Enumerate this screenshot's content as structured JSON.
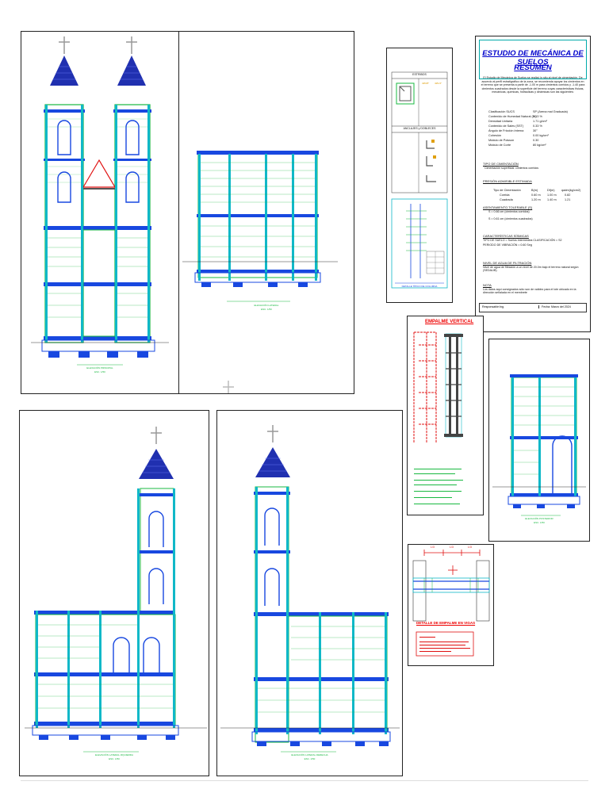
{
  "soil_study": {
    "title_line1": "ESTUDIO DE MECÁNICA DE SUELOS",
    "title_line2": "RESUMEN",
    "intro": "El Estudio de Mecánica de Suelos se realizó in situ al nivel de cimentación. De acuerdo al perfil estratigráfico de la zona, se recomienda apoyar los cimientos en el terreno que se presenta a partir de -1.00 m para cimientos corridos y -1.40 para cimientos cuadrados desde la superficie del terreno cuyas características físicas, mecánicas, químicas, hidráulicas y dinámicas son las siguientes:",
    "properties": [
      {
        "label": "Clasificación SUCS",
        "value": "SP (Arena mal Graduada)"
      },
      {
        "label": "Contenido de Humedad Natural (W)",
        "value": "2.13 %"
      },
      {
        "label": "Densidad Unitaria",
        "value": "1.71 g/cm³"
      },
      {
        "label": "Contenido de Sales (SST)",
        "value": "0.33 %"
      },
      {
        "label": "Ángulo de Fricción Interna",
        "value": "30°"
      },
      {
        "label": "Cohesión",
        "value": "0.00 kg/cm²"
      },
      {
        "label": "Módulo de Poisson",
        "value": "0.30"
      },
      {
        "label": "Módulo de Corte",
        "value": "80 kg/cm²"
      }
    ],
    "foundation_type_heading": "TIPO DE CIMENTACIÓN",
    "foundation_type_text": "Cimentación superficial: cimientos corridos",
    "bearing_heading": "PRESIÓN ADMISIBLE ESTIMADA",
    "bearing_columns": [
      "Tipo de Cimentación",
      "B(m)",
      "Df(m)",
      "qadm(kg/cm2)"
    ],
    "bearing_rows": [
      [
        "Corrida",
        "0.60 m",
        "1.00 m",
        "0.82"
      ],
      [
        "Cuadrada",
        "1.20 m",
        "1.40 m",
        "1.21"
      ]
    ],
    "settlement_heading": "ASENTAMIENTO TOLERABLE (S)",
    "settlement_lines": [
      "S = 0.66 cm (cimientos corridos)",
      "S = 0.61 cm (cimientos cuadrados)"
    ],
    "seismic_heading": "CARACTERÍSTICAS SÍSMICAS",
    "seismic_lines": [
      "TIPO DE SUELO = Suelos Intermedios          CLASIFICACIÓN = S2",
      "PERIODO DE VIBRACIÓN = 0.60 Seg"
    ],
    "water_heading": "NIVEL DE AGUA DE FILTRACIÓN",
    "water_text": "Nivel de agua de filtración a un nivel de 20.0m bajo el terreno natural según (SEDALIB)",
    "note_heading": "NOTA",
    "note_text": "Los datos aquí consignados sólo son de validez para el lote ubicado en la dirección señalada en el membrete",
    "footer_left": "Responsable:Ing.",
    "footer_right": "Fecha: Marzo del 2024"
  },
  "detail_sheet": {
    "stirrups_title": "ESTRIBOS",
    "anchorage_title": "ANCLAJES y DOBLECES",
    "hook_labels": [
      "4Ø3/8\"",
      "4Ø1/2\""
    ],
    "caption": "DETALLE TÍPICO DE COLUMNA"
  },
  "splice_sheet": {
    "vertical_title": "EMPALME VERTICAL",
    "beam_title": "DETALLE DE EMPALME EN VIGAS",
    "dims": [
      "L/3",
      "L/3",
      "L/3"
    ]
  },
  "elevation_captions": {
    "a": "ELEVACIÓN PRINCIPAL",
    "b": "ELEVACIÓN LATERAL",
    "c": "ELEVACIÓN LATERAL IZQUIERDA",
    "d": "ELEVACIÓN LATERAL DERECHA",
    "e": "ELEVACIÓN POSTERIOR",
    "scale": "ESC. 1/50"
  },
  "colors": {
    "wall": "#18b840",
    "beam": "#1848e0",
    "roof": "#2030b0",
    "rebar": "#e01010",
    "cyan": "#10b8c8"
  }
}
